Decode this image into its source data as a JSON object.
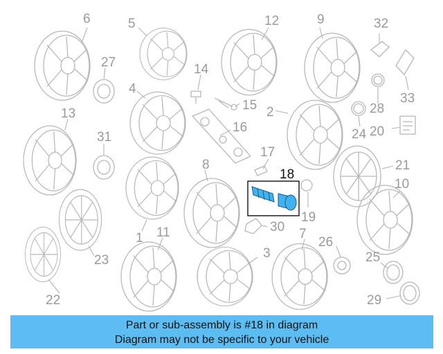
{
  "callouts": {
    "c1": "1",
    "c2": "2",
    "c3": "3",
    "c4": "4",
    "c5": "5",
    "c6": "6",
    "c7": "7",
    "c8": "8",
    "c9": "9",
    "c10": "10",
    "c11": "11",
    "c12": "12",
    "c13": "13",
    "c14": "14",
    "c15": "15",
    "c16": "16",
    "c17": "17",
    "c18": "18",
    "c19": "19",
    "c20": "20",
    "c21": "21",
    "c22": "22",
    "c23": "23",
    "c24": "24",
    "c25": "25",
    "c26": "26",
    "c27": "27",
    "c28": "28",
    "c29": "29",
    "c30": "30",
    "c31": "31",
    "c32": "32",
    "c33": "33"
  },
  "highlighted_part": "18",
  "colors": {
    "banner": "#5bbdf1",
    "highlight_part": "#3fb2f0",
    "outline": "#b8b8b8"
  },
  "banner": {
    "line1": "Part or sub-assembly is #18 in diagram",
    "line2": "Diagram may not be specific to your vehicle"
  }
}
